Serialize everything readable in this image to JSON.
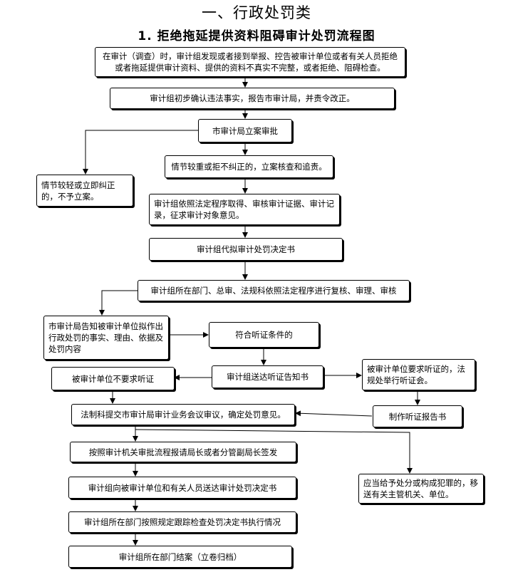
{
  "heading": "一、行政处罚类",
  "subheading": "1.  拒绝拖延提供资料阻碍审计处罚流程图",
  "nodes": {
    "start": "在审计（调查）时，审计组发现或者接到举报、控告被审计单位或者有关人员拒绝或者拖延提供审计资料、提供的资料不真实不完整，或者拒绝、阻碍检查。",
    "verify": "审计组初步确认违法事实，报告市审计局，并责令改正。",
    "approve": "市审计局立案审批",
    "serious": "情节较重或拒不纠正的，立案核查和追责。",
    "minor": "情节较轻或立即纠正的，不予立案。",
    "evidence": "审计组依照法定程序取得、审核审计证据、审计记录，征求审计对象意见。",
    "draft": "审计组代拟审计处罚决定书",
    "review": "审计组所在部门、总审、法规科依照法定程序进行复核、审理、审核",
    "notify": "市审计局告知被审计单位拟作出行政处罚的事实、理由、依据及处罚内容",
    "hearing_cond": "符合听证条件的",
    "hearing_notice": "审计组送达听证告知书",
    "no_hearing": "被审计单位不要求听证",
    "request_hearing": "被审计单位要求听证的，法规处举行听证会。",
    "hearing_report": "制作听证报告书",
    "council": "法制科提交市审计局审计业务会议审议，确定处罚意见。",
    "sign": "按照审计机关审批流程报请局长或者分管副局长签发",
    "criminal": "应当给予处分或构成犯罪的，移送有关主管机关、单位。",
    "deliver": "审计组向被审计单位和有关人员送达审计处罚决定书",
    "followup": "审计组所在部门按照规定跟踪检查处罚决定书执行情况",
    "close": "审计组所在部门结案（立卷归档）"
  }
}
